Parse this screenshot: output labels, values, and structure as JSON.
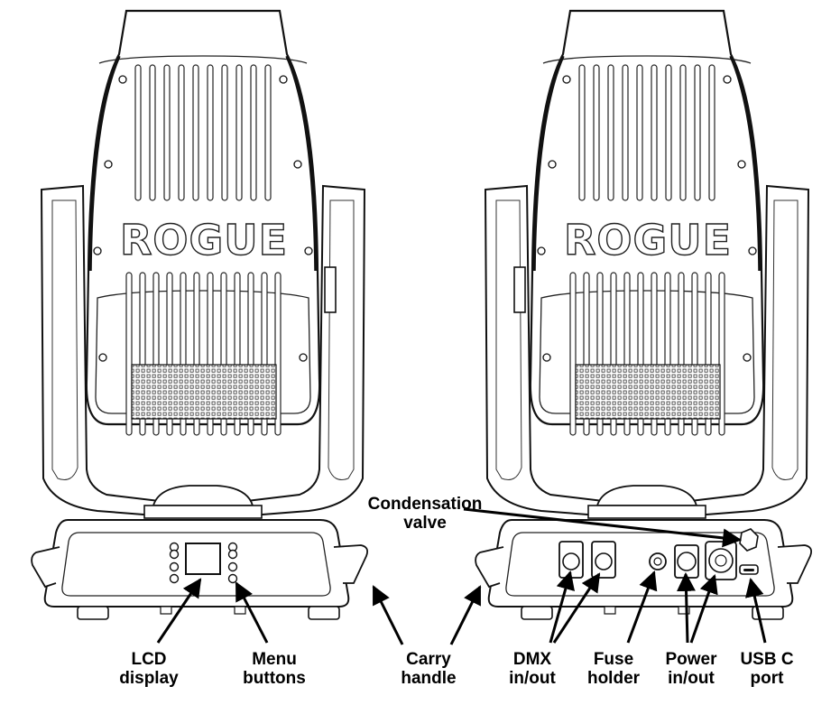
{
  "brand_logo": "ROGUE",
  "callouts": {
    "lcd_display": [
      "LCD",
      "display"
    ],
    "menu_buttons": [
      "Menu",
      "buttons"
    ],
    "carry_handle": [
      "Carry",
      "handle"
    ],
    "condensation_valve": [
      "Condensation",
      "valve"
    ],
    "dmx_in_out": [
      "DMX",
      "in/out"
    ],
    "fuse_holder": [
      "Fuse",
      "holder"
    ],
    "power_in_out": [
      "Power",
      "in/out"
    ],
    "usb_c_port": [
      "USB C",
      "port"
    ]
  }
}
